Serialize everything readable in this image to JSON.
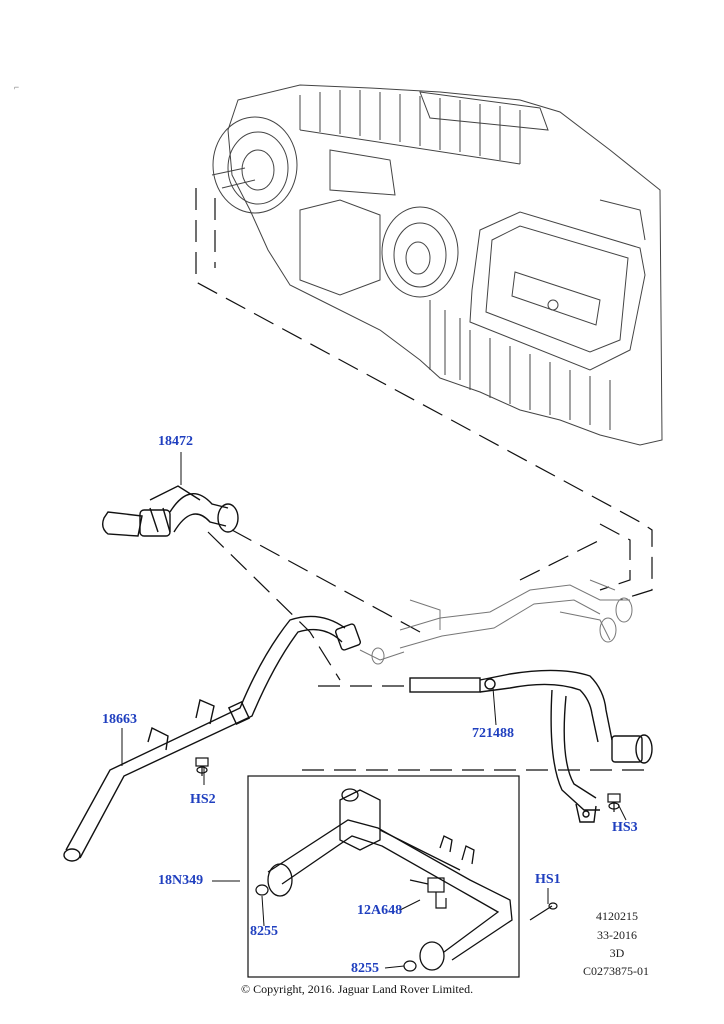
{
  "callouts": {
    "c18472": "18472",
    "c18663": "18663",
    "c721488": "721488",
    "hs2": "HS2",
    "hs3": "HS3",
    "c18n349": "18N349",
    "c12a648": "12A648",
    "hs1": "HS1",
    "c8255a": "8255",
    "c8255b": "8255"
  },
  "reference": {
    "line1": "4120215",
    "line2": "33-2016",
    "line3": "3D",
    "line4": "C0273875-01"
  },
  "copyright": "© Copyright, 2016. Jaguar Land Rover Limited.",
  "colors": {
    "callout": "#1f3fbf",
    "line": "#111111"
  }
}
